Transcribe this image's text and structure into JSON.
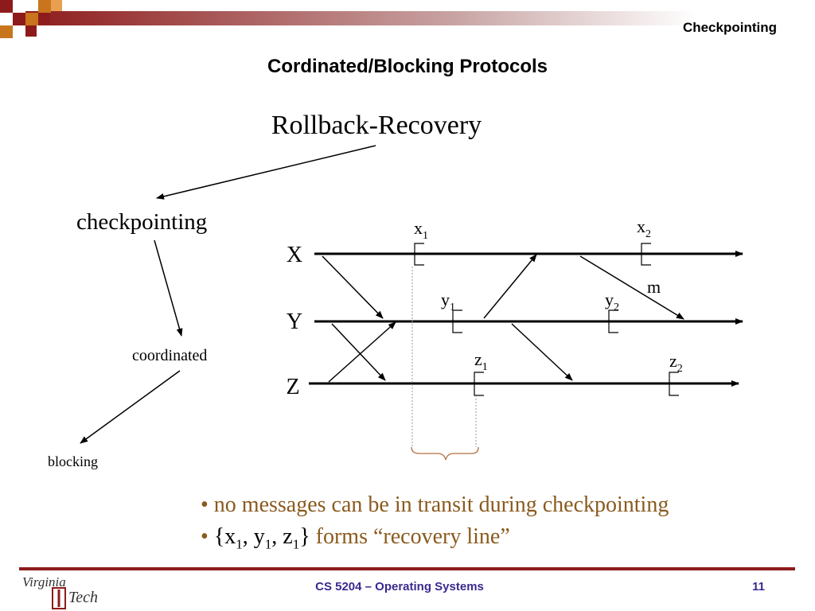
{
  "header": {
    "section": "Checkpointing",
    "title": "Cordinated/Blocking Protocols"
  },
  "tree": {
    "root": "Rollback-Recovery",
    "level1": "checkpointing",
    "level2": "coordinated",
    "level3": "blocking"
  },
  "processes": [
    "X",
    "Y",
    "Z"
  ],
  "checkpoints": {
    "x": "x",
    "y": "y",
    "z": "z",
    "sub1": "1",
    "sub2": "2"
  },
  "message_label": "m",
  "bullets": {
    "b1": "• no messages can be in transit during checkpointing",
    "b2_bullet": "•",
    "b2_open": "{",
    "b2_x": "x",
    "b2_y": "y",
    "b2_z": "z",
    "b2_sub": "1",
    "b2_comma": ",",
    "b2_close": "}",
    "b2_rest": "forms “recovery line”"
  },
  "footer": {
    "course": "CS 5204 – Operating Systems",
    "page": "11",
    "logo_text": "Virginia Tech"
  },
  "colors": {
    "accent": "#8e1b1b",
    "bullet_text": "#8a5a1e",
    "footer_text": "#3a2a8e",
    "brace": "#b07040"
  }
}
